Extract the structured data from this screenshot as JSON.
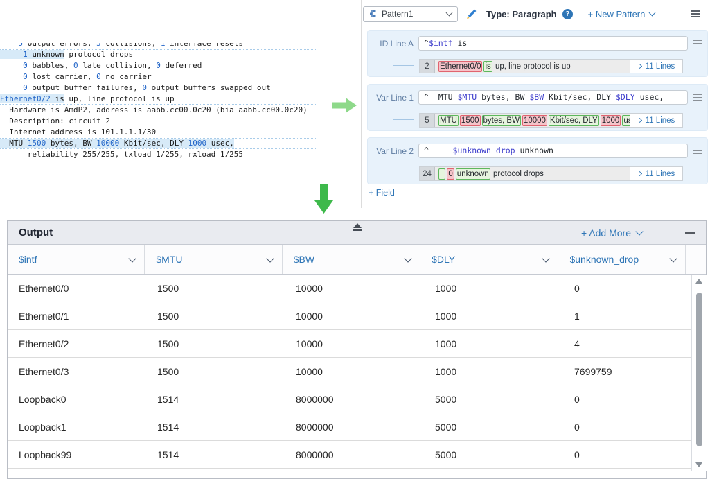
{
  "colors": {
    "link_blue": "#2e75b6",
    "num_blue": "#2064c8",
    "highlight_blue": "#d7eaf8",
    "token_red_bg": "#f6c3c9",
    "token_red_border": "#e06470",
    "token_green_bg": "#e6f4de",
    "token_green_border": "#5db75d",
    "arrow_green_light": "#8ed98a",
    "arrow_green": "#3eb94b"
  },
  "terminal": {
    "lines": [
      {
        "segs": [
          {
            "t": "    "
          },
          {
            "t": "5",
            "c": "n"
          },
          {
            "t": " output errors, "
          },
          {
            "t": "5",
            "c": "n"
          },
          {
            "t": " collisions, "
          },
          {
            "t": "1",
            "c": "n"
          },
          {
            "t": " interface resets"
          }
        ]
      },
      {
        "hl": true,
        "segs": [
          {
            "t": "     ",
            "h": true
          },
          {
            "t": "1",
            "c": "n",
            "h": true
          },
          {
            "t": " unknown",
            "h": true
          },
          {
            "t": " protocol drops"
          }
        ]
      },
      {
        "segs": [
          {
            "t": "     "
          },
          {
            "t": "0",
            "c": "n"
          },
          {
            "t": " babbles, "
          },
          {
            "t": "0",
            "c": "n"
          },
          {
            "t": " late collision, "
          },
          {
            "t": "0",
            "c": "n"
          },
          {
            "t": " deferred"
          }
        ]
      },
      {
        "segs": [
          {
            "t": "     "
          },
          {
            "t": "0",
            "c": "n"
          },
          {
            "t": " lost carrier, "
          },
          {
            "t": "0",
            "c": "n"
          },
          {
            "t": " no carrier"
          }
        ]
      },
      {
        "segs": [
          {
            "t": "     "
          },
          {
            "t": "0",
            "c": "n"
          },
          {
            "t": " output buffer failures, "
          },
          {
            "t": "0",
            "c": "n"
          },
          {
            "t": " output buffers swapped out"
          }
        ]
      },
      {
        "hl": true,
        "segs": [
          {
            "t": "Ethernet0/2",
            "c": "n",
            "h": true
          },
          {
            "t": " is",
            "h": true
          },
          {
            "t": " up, line protocol is up"
          }
        ]
      },
      {
        "segs": [
          {
            "t": "  Hardware is AmdP2, address is aabb.cc00.0c20 (bia aabb.cc00.0c20)"
          }
        ]
      },
      {
        "segs": [
          {
            "t": "  Description: circuit 2"
          }
        ]
      },
      {
        "segs": [
          {
            "t": "  Internet address is 101.1.1.1/30"
          }
        ]
      },
      {
        "hl": true,
        "segs": [
          {
            "t": "  MTU ",
            "h": true
          },
          {
            "t": "1500",
            "c": "n",
            "h": true
          },
          {
            "t": " bytes, BW ",
            "h": true
          },
          {
            "t": "10000",
            "c": "n",
            "h": true
          },
          {
            "t": " Kbit/sec, DLY ",
            "h": true
          },
          {
            "t": "1000",
            "c": "n",
            "h": true
          },
          {
            "t": " usec,",
            "h": true
          }
        ]
      },
      {
        "segs": [
          {
            "t": "      reliability 255/255, txload 1/255, rxload 1/255"
          }
        ]
      }
    ]
  },
  "pattern_panel": {
    "toolbar": {
      "pattern_select": "Pattern1",
      "type_label": "Type: Paragraph",
      "help_icon": "?",
      "new_pattern": "+ New Pattern"
    },
    "groups": [
      {
        "label": "ID Line A",
        "line_no": "2",
        "lines_link": "11 Lines",
        "regex": [
          {
            "t": "^",
            "c": "lit"
          },
          {
            "t": "$intf",
            "c": "var"
          },
          {
            "t": " is",
            "c": "lit"
          }
        ],
        "tokens": [
          {
            "t": "Ethernet0/0",
            "k": "red"
          },
          {
            "t": "is",
            "k": "green"
          },
          {
            "t": " up, line protocol is up",
            "k": "plain"
          }
        ]
      },
      {
        "label": "Var Line 1",
        "line_no": "5",
        "lines_link": "11 Lines",
        "regex": [
          {
            "t": "^  MTU ",
            "c": "lit"
          },
          {
            "t": "$MTU",
            "c": "var"
          },
          {
            "t": " bytes, BW ",
            "c": "lit"
          },
          {
            "t": "$BW",
            "c": "var"
          },
          {
            "t": " Kbit/sec, DLY ",
            "c": "lit"
          },
          {
            "t": "$DLY",
            "c": "var"
          },
          {
            "t": " usec,",
            "c": "lit"
          }
        ],
        "tokens": [
          {
            "t": "MTU",
            "k": "green"
          },
          {
            "t": "1500",
            "k": "red"
          },
          {
            "t": "bytes, BW",
            "k": "green"
          },
          {
            "t": "10000",
            "k": "red"
          },
          {
            "t": "Kbit/sec, DLY",
            "k": "green"
          },
          {
            "t": "1000",
            "k": "red"
          },
          {
            "t": "usec,",
            "k": "green"
          }
        ]
      },
      {
        "label": "Var Line 2",
        "line_no": "24",
        "lines_link": "11 Lines",
        "regex": [
          {
            "t": "^     ",
            "c": "lit"
          },
          {
            "t": "$unknown_drop",
            "c": "var"
          },
          {
            "t": " unknown",
            "c": "lit"
          }
        ],
        "tokens": [
          {
            "t": "  ",
            "k": "green"
          },
          {
            "t": "0",
            "k": "red"
          },
          {
            "t": "unknown",
            "k": "green"
          },
          {
            "t": " protocol drops",
            "k": "plain"
          }
        ]
      }
    ],
    "add_field": "+ Field"
  },
  "output_table": {
    "title": "Output",
    "add_more": "+ Add More",
    "columns": [
      "$intf",
      "$MTU",
      "$BW",
      "$DLY",
      "$unknown_drop"
    ],
    "rows": [
      [
        "Ethernet0/0",
        "1500",
        "10000",
        "1000",
        "0"
      ],
      [
        "Ethernet0/1",
        "1500",
        "10000",
        "1000",
        "1"
      ],
      [
        "Ethernet0/2",
        "1500",
        "10000",
        "1000",
        "4"
      ],
      [
        "Ethernet0/3",
        "1500",
        "10000",
        "1000",
        "7699759"
      ],
      [
        "Loopback0",
        "1514",
        "8000000",
        "5000",
        "0"
      ],
      [
        "Loopback1",
        "1514",
        "8000000",
        "5000",
        "0"
      ],
      [
        "Loopback99",
        "1514",
        "8000000",
        "5000",
        "0"
      ]
    ]
  }
}
